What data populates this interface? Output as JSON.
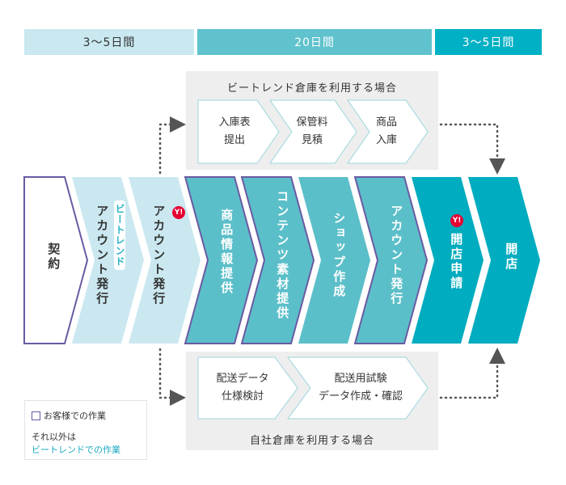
{
  "timeline": {
    "phase1": "3〜5日間",
    "phase2": "20日間",
    "phase3": "3〜5日間"
  },
  "panels": {
    "top_title": "ビートレンド倉庫を利用する場合",
    "top_steps": [
      "入庫表\n提出",
      "保管料\n見積",
      "商品\n入庫"
    ],
    "bottom_title": "自社倉庫を利用する場合",
    "bottom_steps": [
      "配送データ\n仕様検討",
      "配送用試験\nデータ作成・確認"
    ]
  },
  "main_steps": [
    {
      "label": "契約",
      "yahoo_badge": false
    },
    {
      "label": "アカウント発行",
      "pill": "ビートレンド",
      "yahoo_badge": false
    },
    {
      "label": "アカウント発行",
      "yahoo_badge": true
    },
    {
      "label": "商品情報提供",
      "yahoo_badge": false
    },
    {
      "label": "コンテンツ素材提供",
      "yahoo_badge": false
    },
    {
      "label": "ショップ作成",
      "yahoo_badge": false
    },
    {
      "label": "アカウント発行",
      "yahoo_badge": false
    },
    {
      "label": "開店申請",
      "yahoo_badge": true
    },
    {
      "label": "開店",
      "yahoo_badge": false
    }
  ],
  "badge": {
    "text": "Y!"
  },
  "legend": {
    "customer": "お客様での作業",
    "other_prefix": "それ以外は",
    "other_highlight": "ビートレンドでの作業"
  },
  "colors": {
    "phase_light": "#c9e8f0",
    "phase_mid": "#5fc2cc",
    "phase_dark": "#00b0c4",
    "step_light": "#cbe8f1",
    "step_mid": "#5bbfc9",
    "step_dark": "#00acbf",
    "customer_border": "#6a5aa3",
    "yahoo_red": "#e60033"
  }
}
